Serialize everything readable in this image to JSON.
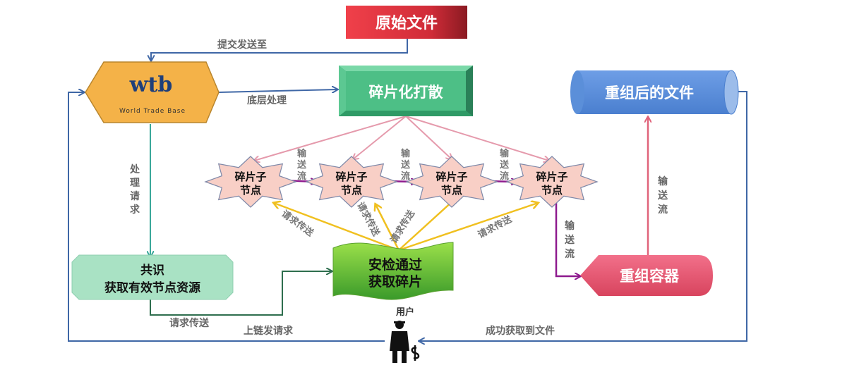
{
  "nodes": {
    "original_file": "原始文件",
    "wtb_logo": "wtb",
    "wtb_subtitle": "World Trade Base",
    "fragmentation": "碎片化打散",
    "reassembled_file": "重组后的文件",
    "consensus_line1": "共识",
    "consensus_line2": "获取有效节点资源",
    "security_line1": "安检通过",
    "security_line2": "获取碎片",
    "reassembly_container": "重组容器",
    "user": "用户",
    "fragment_nodes": [
      {
        "line1": "碎片子",
        "line2": "节点"
      },
      {
        "line1": "碎片子",
        "line2": "节点"
      },
      {
        "line1": "碎片子",
        "line2": "节点"
      },
      {
        "line1": "碎片子",
        "line2": "节点"
      }
    ]
  },
  "edges": {
    "submit_send": "提交发送至",
    "low_level_processing": "底层处理",
    "process_request": [
      "处",
      "理",
      "请",
      "求"
    ],
    "transport_stream": [
      "输",
      "送",
      "流"
    ],
    "request_transfer": "请求传送",
    "chain_request": "上链发请求",
    "success_get_file": "成功获取到文件"
  },
  "colors": {
    "red": "#d9303a",
    "orange": "#f4b248",
    "green": "#4dbf86",
    "blue": "#5b8fd9",
    "pink_arrow": "#e59aac",
    "purple": "#8e1a8e",
    "yellow": "#f0c020",
    "line_blue": "#3f67a6"
  }
}
